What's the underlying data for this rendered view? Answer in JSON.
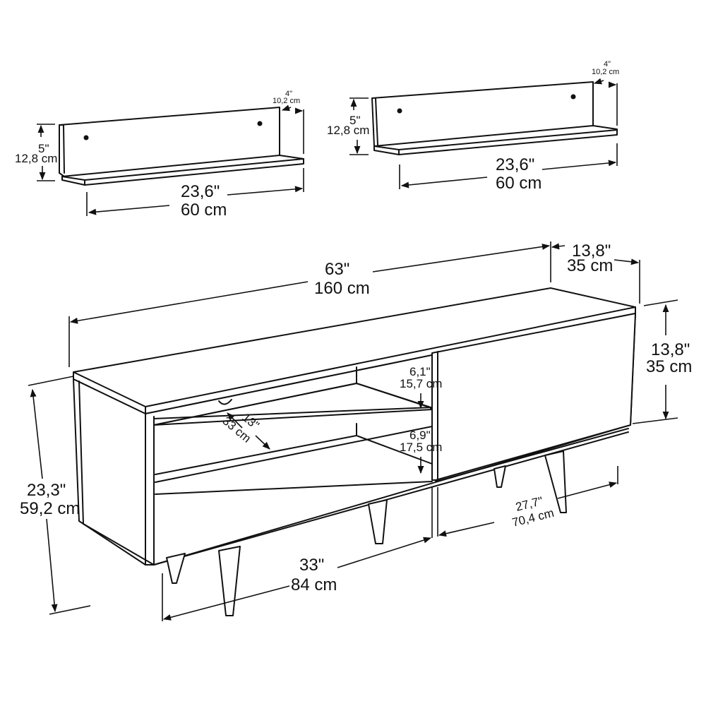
{
  "diagram": {
    "type": "furniture-dimension-drawing",
    "subject": "TV stand with two wall shelves",
    "line_color": "#111111",
    "background": "#ffffff"
  },
  "shelf_left": {
    "height_in": "5\"",
    "height_cm": "12,8 cm",
    "depth_in": "4\"",
    "depth_cm": "10,2 cm",
    "width_in": "23,6\"",
    "width_cm": "60 cm"
  },
  "shelf_right": {
    "height_in": "5\"",
    "height_cm": "12,8 cm",
    "depth_in": "4\"",
    "depth_cm": "10,2 cm",
    "width_in": "23,6\"",
    "width_cm": "60 cm"
  },
  "tv_stand": {
    "width_in": "63\"",
    "width_cm": "160 cm",
    "depth_in": "13,8\"",
    "depth_cm": "35 cm",
    "cabinet_height_in": "13,8\"",
    "cabinet_height_cm": "35 cm",
    "total_height_in": "23,3\"",
    "total_height_cm": "59,2 cm",
    "upper_shelf_gap_in": "6,1\"",
    "upper_shelf_gap_cm": "15,7 cm",
    "lower_shelf_gap_in": "6,9\"",
    "lower_shelf_gap_cm": "17,5 cm",
    "shelf_depth_in": "13\"",
    "shelf_depth_cm": "33 cm",
    "open_section_width_in": "33\"",
    "open_section_width_cm": "84 cm",
    "door_width_in": "27,7\"",
    "door_width_cm": "70,4 cm"
  }
}
